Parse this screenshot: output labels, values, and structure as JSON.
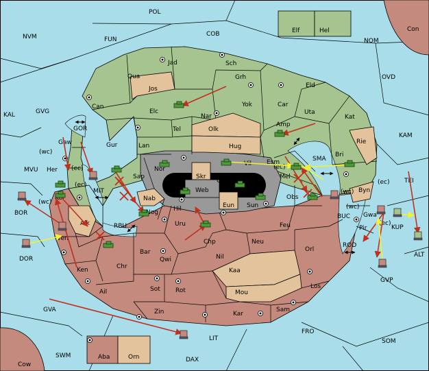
{
  "colors": {
    "sea": "#a9dde9",
    "green_power": "#a5c48f",
    "tan_neutral": "#e3c39b",
    "red_power": "#c38a7d",
    "grey_center": "#999999",
    "move_order": "#c0301e",
    "support_order": "#f2f230"
  },
  "labels": {
    "pol": "POL",
    "cob": "COB",
    "fun": "FUN",
    "nvm": "NVM",
    "nom": "NOM",
    "ovd": "OVD",
    "kal": "KAL",
    "gvg": "GVG",
    "kam": "KAM",
    "mvu": "MVU",
    "bor": "BOR",
    "dor": "DOR",
    "tei": "TEI",
    "kup": "KUP",
    "alt": "ALT",
    "gvp": "GVP",
    "rod": "ROD",
    "buc": "BUC",
    "gva": "GVA",
    "lit": "LIT",
    "fro": "FRO",
    "som": "SOM",
    "swm": "SWM",
    "dax": "DAX",
    "gor": "GOR",
    "mit": "MIT",
    "rbu": "RBU",
    "sma": "SMA",
    "elf": "Elf",
    "hel": "Hel",
    "con": "Con",
    "cow": "Cow",
    "aba": "Aba",
    "orn": "Orn",
    "jad": "Jad",
    "sch": "Sch",
    "qua": "Qua",
    "jos": "Jos",
    "grh": "Grh",
    "can": "Can",
    "elc": "Elc",
    "nar": "Nar",
    "yok": "Yok",
    "car": "Car",
    "eld": "Eld",
    "uta": "Uta",
    "kat": "Kat",
    "gaw": "Gaw",
    "tel": "Tel",
    "olk": "Olk",
    "amp": "Amp",
    "gur": "Gur",
    "lan": "Lan",
    "hug": "Hug",
    "rie": "Rie",
    "bri": "Bri",
    "her": "Her",
    "nor": "Nor",
    "vil": "Vil",
    "esm": "Esm",
    "sap": "Sap",
    "skr": "Skr",
    "ost": "Ost",
    "mel": "Mel",
    "web": "Web",
    "byn": "Byn",
    "kor": "Kor",
    "nab": "Nab",
    "eun": "Eun",
    "sun": "Sun",
    "obs": "Obs",
    "nog": "Nog",
    "hil": "Hil",
    "gwa": "Gwa",
    "alk": "Alk",
    "uru": "Uru",
    "feu": "Feu",
    "pir": "Pir",
    "chp": "Chp",
    "neu": "Neu",
    "ven": "Ven",
    "bar": "Bar",
    "qwi": "Qwi",
    "orl": "Orl",
    "nil": "Nil",
    "ken": "Ken",
    "chr": "Chr",
    "kaa": "Kaa",
    "ail": "Ail",
    "sot": "Sot",
    "rot": "Rot",
    "los": "Los",
    "mou": "Mou",
    "zin": "Zin",
    "kar": "Kar",
    "sam": "Sam",
    "wc1": "(wc)",
    "ec1": "(ec)",
    "ec2": "(ec)",
    "wc2": "(wc)",
    "wc3": "(wc)",
    "wc4": "(wc)",
    "ec3": "(ec)",
    "ec4": "(ec)",
    "ec5": "(ec)"
  }
}
